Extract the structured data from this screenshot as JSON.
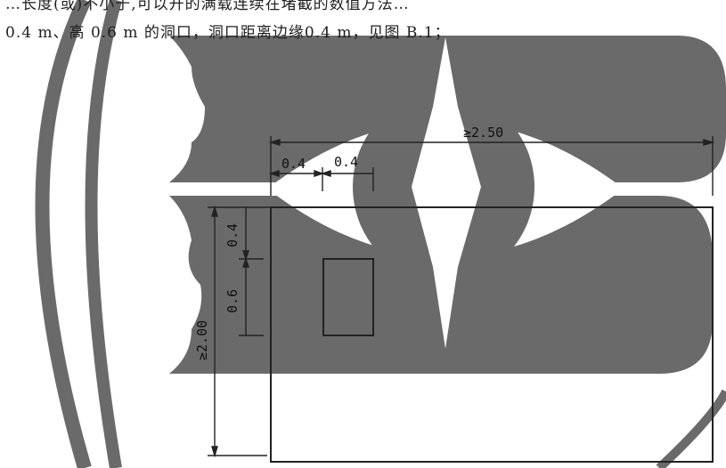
{
  "text": {
    "line1": "…长度(或)不小于,可以开的满载连续在堵截的数值方法…",
    "line2": "0.4 m、高 0.6 m 的洞口，洞口距离边缘0.4 m，见图 B.1；"
  },
  "figure": {
    "dim_width": "≥2.50",
    "dim_left_offset": "0.4",
    "dim_hole_width": "0.4",
    "dim_top_offset": "0.4",
    "dim_hole_height": "0.6",
    "dim_height": "≥2.00"
  },
  "colors": {
    "watermark_gray": "#6a6a6a",
    "line_dark": "#222222"
  }
}
